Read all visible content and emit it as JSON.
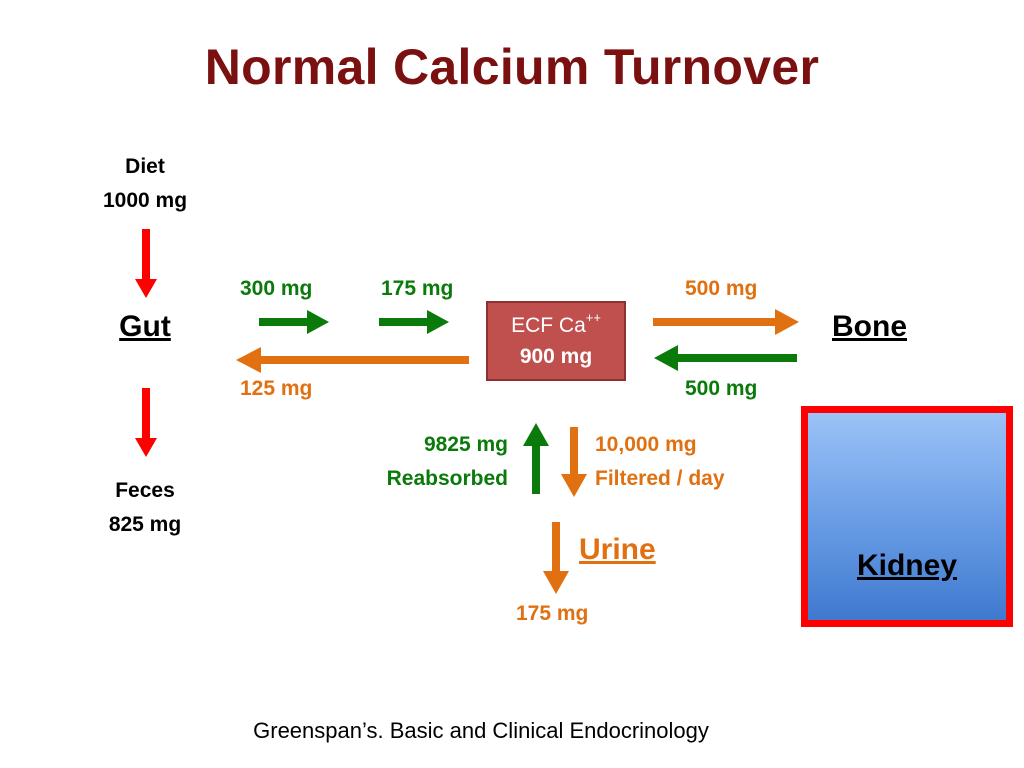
{
  "title": "Normal Calcium Turnover",
  "diet": {
    "label": "Diet",
    "amount": "1000 mg"
  },
  "gut": {
    "label": "Gut"
  },
  "feces": {
    "label": "Feces",
    "amount": "825 mg"
  },
  "flows": {
    "gut_absorbed": "300 mg",
    "to_ecf": "175 mg",
    "gut_secreted": "125 mg",
    "to_bone": "500 mg",
    "from_bone": "500 mg",
    "reabsorbed_amount": "9825 mg",
    "reabsorbed_label": "Reabsorbed",
    "filtered_amount": "10,000 mg",
    "filtered_label": "Filtered / day",
    "urine_amount": "175 mg"
  },
  "ecf": {
    "label": "ECF Ca",
    "superscript": "++",
    "amount": "900 mg"
  },
  "bone": {
    "label": "Bone"
  },
  "urine": {
    "label": "Urine"
  },
  "kidney": {
    "label": "Kidney"
  },
  "citation": "Greenspan’s. Basic and Clinical Endocrinology",
  "colors": {
    "title": "#7b1010",
    "green": "#0a7a0a",
    "orange": "#e07010",
    "red_arrow": "#ff0000",
    "ecf_box": "#c0504d",
    "kidney_border": "#ff0000",
    "kidney_fill_top": "#9cc2f7",
    "kidney_fill_bottom": "#3f79cf"
  }
}
